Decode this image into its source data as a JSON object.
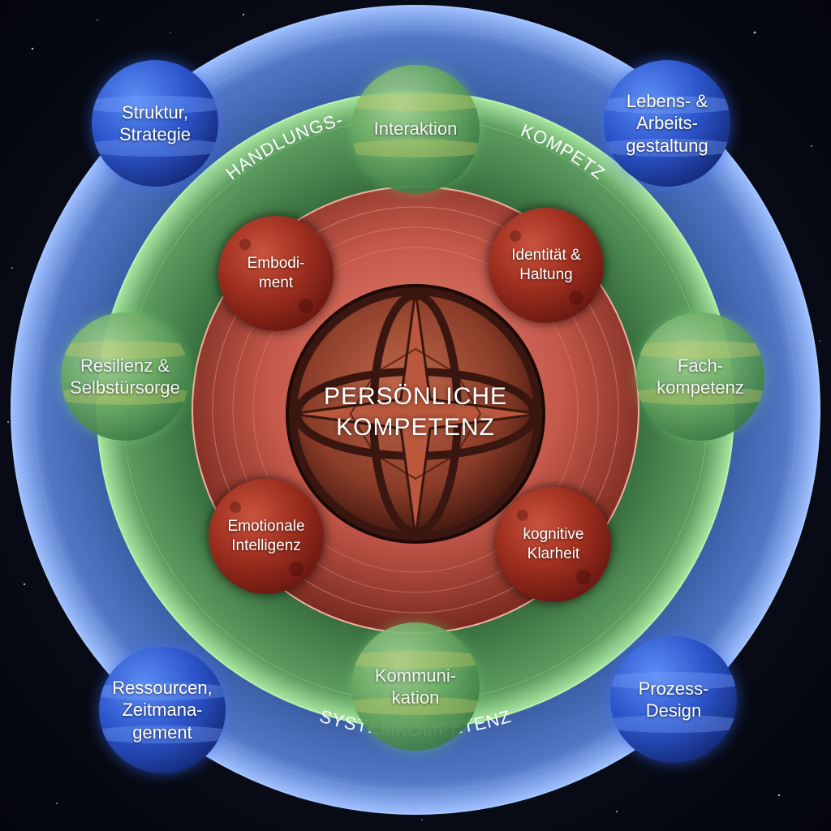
{
  "center": {
    "title_line1": "PERSÖNLICHE",
    "title_line2": "KOMPETENZ"
  },
  "rings": {
    "handlungs_part1": "HANDLUNGS-",
    "handlungs_part2": "KOMPETZ",
    "system": "SYSTEMKOMPETENZ"
  },
  "blue_planets": [
    {
      "line1": "Struktur,",
      "line2": "Strategie",
      "line3": ""
    },
    {
      "line1": "Lebens- &",
      "line2": "Arbeits-",
      "line3": "gestaltung"
    },
    {
      "line1": "Ressourcen,",
      "line2": "Zeitmana-",
      "line3": "gement"
    },
    {
      "line1": "Prozess-",
      "line2": "Design",
      "line3": ""
    }
  ],
  "green_planets": [
    {
      "line1": "Interaktion",
      "line2": ""
    },
    {
      "line1": "Resilienz &",
      "line2": "Selbstürsorge"
    },
    {
      "line1": "Fach-",
      "line2": "kompetenz"
    },
    {
      "line1": "Kommuni-",
      "line2": "kation"
    }
  ],
  "red_planets": [
    {
      "line1": "Embodi-",
      "line2": "ment"
    },
    {
      "line1": "Identität &",
      "line2": "Haltung"
    },
    {
      "line1": "Emotionale",
      "line2": "Intelligenz"
    },
    {
      "line1": "kognitive",
      "line2": "Klarheit"
    }
  ],
  "colors": {
    "background": "#05070f",
    "system_ring": "#3f62a8",
    "handlungs_ring": "#4f8f56",
    "personal_disc": "#c4584a"
  }
}
